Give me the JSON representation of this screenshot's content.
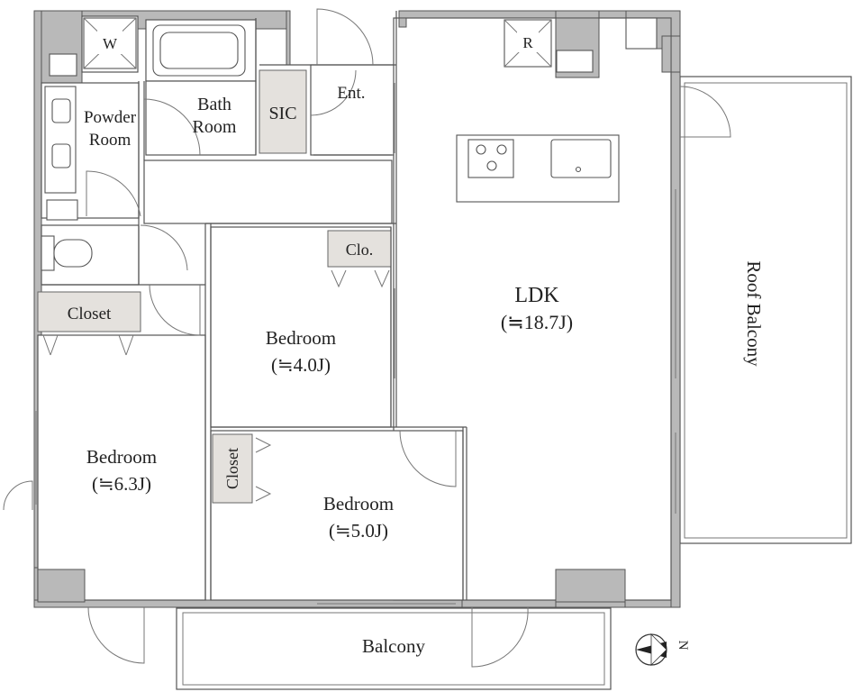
{
  "rooms": {
    "ldk": {
      "name": "LDK",
      "size": "(≒18.7J)"
    },
    "bedroom_a": {
      "name": "Bedroom",
      "size": "(≒4.0J)"
    },
    "bedroom_b": {
      "name": "Bedroom",
      "size": "(≒6.3J)"
    },
    "bedroom_c": {
      "name": "Bedroom",
      "size": "(≒5.0J)"
    },
    "powder": {
      "line1": "Powder",
      "line2": "Room"
    },
    "bath": {
      "line1": "Bath",
      "line2": "Room"
    },
    "sic": "SIC",
    "entrance": "Ent.",
    "closet_left": "Closet",
    "closet_mid": "Closet",
    "clo": "Clo.",
    "washer": "W",
    "fridge": "R",
    "balcony": "Balcony",
    "roof_balcony": "Roof Balcony"
  },
  "compass": {
    "label": "N"
  }
}
